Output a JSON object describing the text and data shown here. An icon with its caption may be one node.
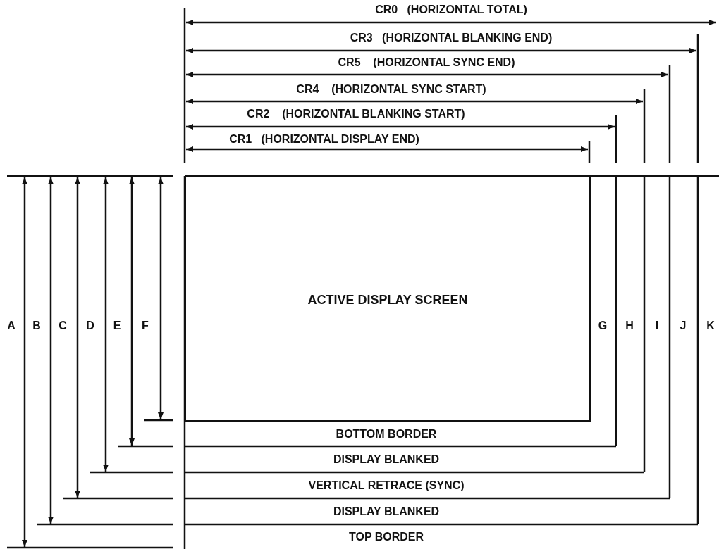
{
  "diagram": {
    "nodes": [
      {
        "text": [
          "ACTIVE DISPLAY SCREEN"
        ]
      }
    ],
    "edges": [],
    "labels": [
      "CR0   (HORIZONTAL TOTAL)",
      "CR3   (HORIZONTAL BLANKING END)",
      "CR5    (HORIZONTAL SYNC END)",
      "CR4    (HORIZONTAL SYNC START)",
      "CR2    (HORIZONTAL BLANKING START)",
      "CR1   (HORIZONTAL DISPLAY END)",
      "A",
      "B",
      "C",
      "D",
      "E",
      "F",
      "G",
      "H",
      "I",
      "J",
      "K",
      "BOTTOM BORDER",
      "DISPLAY BLANKED",
      "VERTICAL RETRACE (SYNC)",
      "DISPLAY BLANKED",
      "TOP BORDER"
    ]
  }
}
